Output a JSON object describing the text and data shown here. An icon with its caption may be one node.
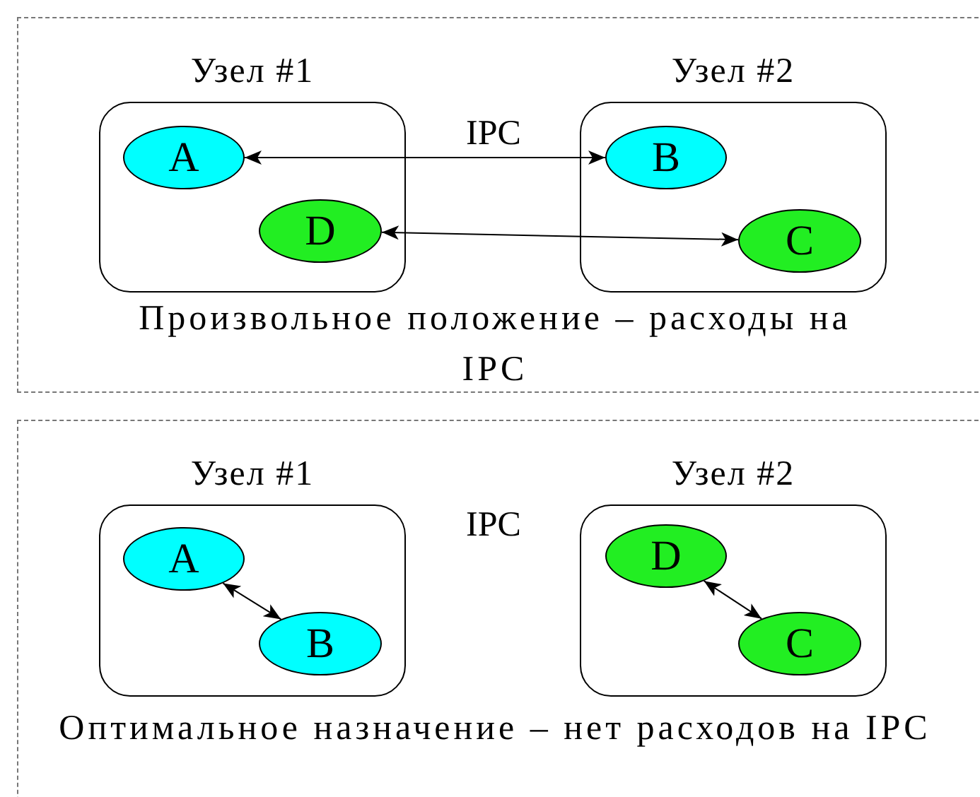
{
  "diagram": {
    "nodes": [
      {
        "text": [
          "Произвольное положение – расходы на IPC"
        ]
      },
      {
        "text": [
          "Узел #1"
        ],
        "in": 0
      },
      {
        "text": [
          "A"
        ],
        "in": 1
      },
      {
        "text": [
          "D"
        ],
        "in": 1
      },
      {
        "text": [
          "Узел #2"
        ],
        "in": 0
      },
      {
        "text": [
          "B"
        ],
        "in": 4
      },
      {
        "text": [
          "C"
        ],
        "in": 4
      },
      {
        "text": [
          "Оптимальное назначение – нет расходов на IPC"
        ]
      },
      {
        "text": [
          "Узел #1"
        ],
        "in": 7
      },
      {
        "text": [
          "A"
        ],
        "in": 8
      },
      {
        "text": [
          "B"
        ],
        "in": 8
      },
      {
        "text": [
          "Узел #2"
        ],
        "in": 7
      },
      {
        "text": [
          "D"
        ],
        "in": 11
      },
      {
        "text": [
          "C"
        ],
        "in": 11
      }
    ],
    "edges": [
      {
        "from": 2,
        "to": 5,
        "arrow": "both",
        "label": "IPC"
      },
      {
        "from": 3,
        "to": 6,
        "arrow": "both"
      },
      {
        "from": 9,
        "to": 10,
        "arrow": "both"
      },
      {
        "from": 12,
        "to": 13,
        "arrow": "both"
      }
    ],
    "labels": [
      "IPC"
    ]
  }
}
